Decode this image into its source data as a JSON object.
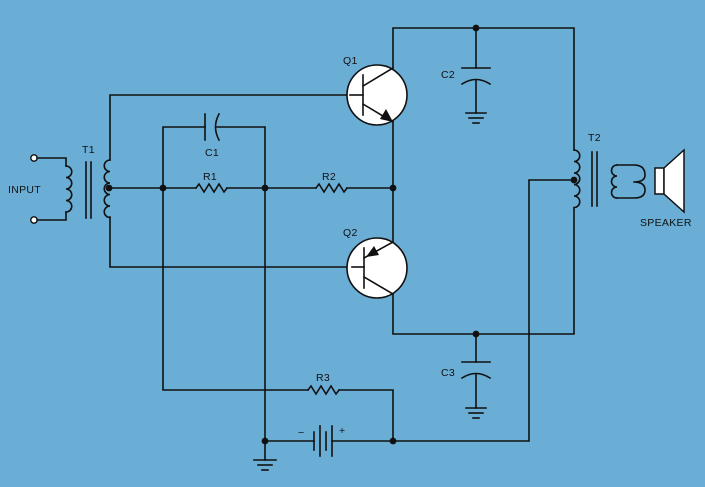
{
  "labels": {
    "input": "INPUT",
    "t1": "T1",
    "t2": "T2",
    "c1": "C1",
    "c2": "C2",
    "c3": "C3",
    "r1": "R1",
    "r2": "R2",
    "r3": "R3",
    "q1": "Q1",
    "q2": "Q2",
    "speaker": "SPEAKER",
    "battery_minus": "−",
    "battery_plus": "+"
  },
  "colors": {
    "background": "#6aaed6",
    "wire": "#111111",
    "transistor_fill": "#ffffff"
  }
}
